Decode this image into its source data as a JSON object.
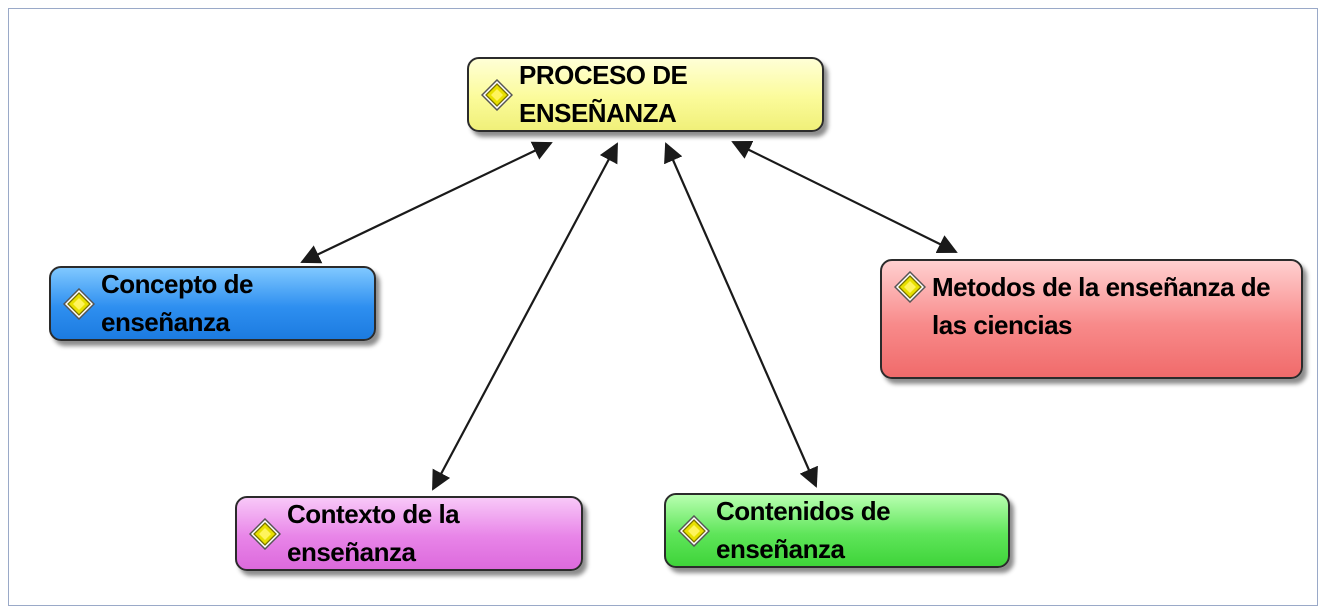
{
  "diagram": {
    "nodes": [
      {
        "id": "root",
        "label": "PROCESO DE ENSEÑANZA",
        "color": "#fbfb9a",
        "icon": "diamond-node-icon"
      },
      {
        "id": "concepto",
        "label": "Concepto de enseñanza",
        "color": "#2e8ff0",
        "icon": "diamond-node-icon"
      },
      {
        "id": "metodos",
        "label": "Metodos de la enseñanza de las ciencias",
        "color": "#f88a8a",
        "icon": "diamond-node-icon"
      },
      {
        "id": "contexto",
        "label": "Contexto de la enseñanza",
        "color": "#e884e8",
        "icon": "diamond-node-icon"
      },
      {
        "id": "contenidos",
        "label": "Contenidos de enseñanza",
        "color": "#5fe55a",
        "icon": "diamond-node-icon"
      }
    ],
    "edges": [
      {
        "from": "root",
        "to": "concepto",
        "direction": "both"
      },
      {
        "from": "root",
        "to": "contexto",
        "direction": "both"
      },
      {
        "from": "root",
        "to": "contenidos",
        "direction": "both"
      },
      {
        "from": "root",
        "to": "metodos",
        "direction": "both"
      }
    ],
    "colors": {
      "border": "#2b2b2b",
      "edge": "#1a1a1a",
      "frame": "#9aa9c8"
    }
  }
}
